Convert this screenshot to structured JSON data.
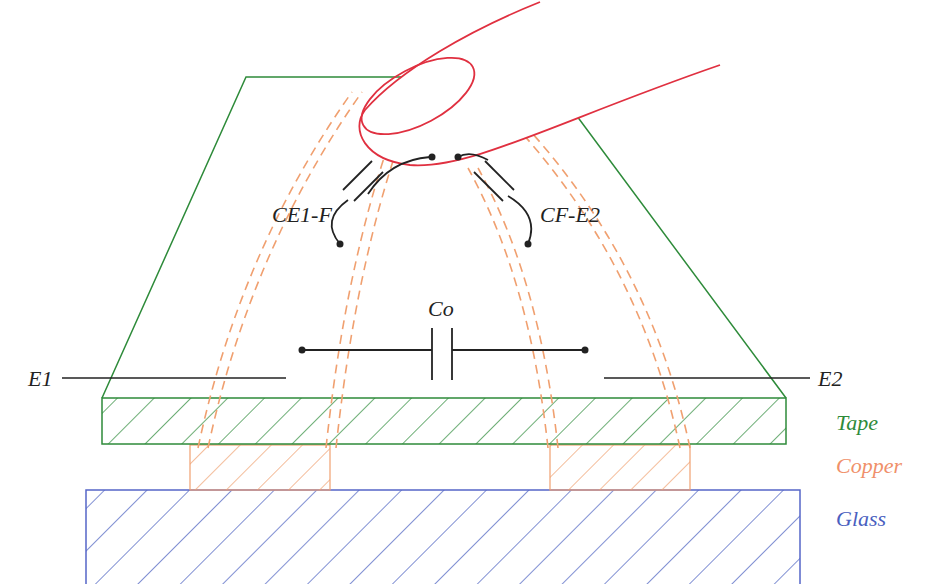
{
  "diagram": {
    "labels": [
      "CE1-F",
      "CF-E2",
      "Co",
      "E1",
      "E2",
      "Tape",
      "Copper",
      "Glass"
    ]
  }
}
